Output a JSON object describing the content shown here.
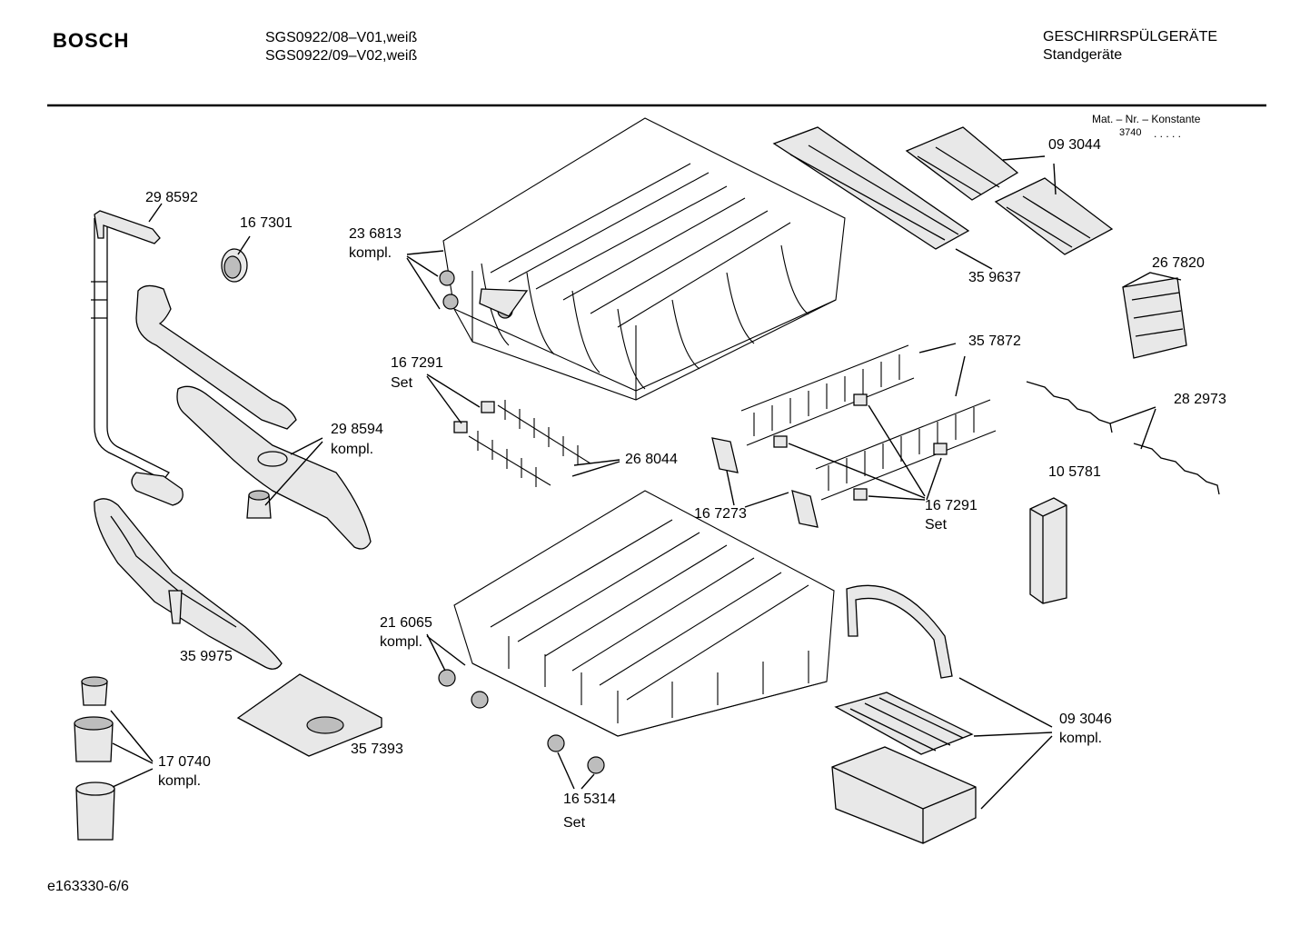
{
  "header": {
    "brand": "BOSCH",
    "model_line_1": "SGS0922/08–V01,weiß",
    "model_line_2": "SGS0922/09–V02,weiß",
    "category": "GESCHIRRSPÜLGERÄTE",
    "subcategory": "Standgeräte"
  },
  "constant": {
    "label": "Mat. – Nr. – Konstante",
    "value": "3740",
    "dots": ". . . . ."
  },
  "labels": {
    "p298592": "29 8592",
    "p167301": "16 7301",
    "p236813": "23 6813",
    "p236813_note": "kompl.",
    "p093044": "09 3044",
    "p359637": "35 9637",
    "p267820": "26 7820",
    "p357872": "35 7872",
    "p167291a": "16 7291",
    "p167291a_note": "Set",
    "p298594": "29 8594",
    "p298594_note": "kompl.",
    "p268044": "26 8044",
    "p282973": "28 2973",
    "p105781": "10 5781",
    "p167273": "16 7273",
    "p167291b": "16 7291",
    "p167291b_note": "Set",
    "p216065": "21 6065",
    "p216065_note": "kompl.",
    "p359975": "35 9975",
    "p357393": "35 7393",
    "p170740": "17 0740",
    "p170740_note": "kompl.",
    "p165314": "16 5314",
    "p165314_note": "Set",
    "p093046": "09 3046",
    "p093046_note": "kompl."
  },
  "footer": {
    "doc_id": "e163330-6/6"
  }
}
